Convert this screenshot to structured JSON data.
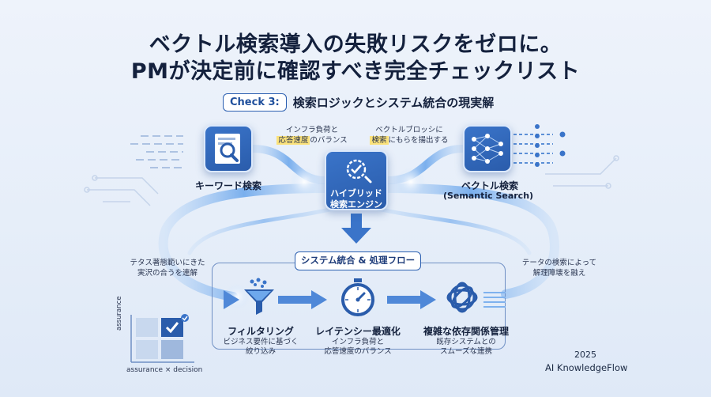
{
  "title": {
    "line1": "ベクトル検索導入の失敗リスクをゼロに。",
    "line2": "PMが決定前に確認すべき完全チェックリスト"
  },
  "check": {
    "badge": "Check 3:",
    "heading": "検索ロジックとシステム統合の現実解"
  },
  "nodes": {
    "keyword": {
      "label": "キーワード検索",
      "icon": "magnifier-document-icon"
    },
    "engine": {
      "label_line1": "ハイブリッド",
      "label_line2": "検索エンジン",
      "icon": "gear-check-icon"
    },
    "vector": {
      "label_line1": "ベクトル検索",
      "label_line2": "(Semantic Search)",
      "icon": "neural-network-icon"
    }
  },
  "notes": {
    "top_left_line1": "インフラ負荷と",
    "top_left_line2_hl": "応答速度",
    "top_left_line2_rest": "のバランス",
    "top_right_line1": "ベクトルブロッシに",
    "top_right_line2_hl": "検索",
    "top_right_line2_rest": "にもらを揚出する",
    "left_line1": "テタス著態範いにきた",
    "left_line2": "実沢の合うを連解",
    "right_line1": "テータの検索によって",
    "right_line2": "解理障壊を融え"
  },
  "flow": {
    "header": "システム統合 & 処理フロー",
    "steps": [
      {
        "title": "フィルタリング",
        "sub1": "ビジネス要件に基づく",
        "sub2": "絞り込み",
        "icon": "funnel-icon"
      },
      {
        "title": "レイテンシー最適化",
        "sub1": "インフラ負荷と",
        "sub2": "応答速度のバランス",
        "icon": "stopwatch-icon"
      },
      {
        "title": "複雑な依存関係管理",
        "sub1": "既存システムとの",
        "sub2": "スムーズな連携",
        "icon": "knot-icon"
      }
    ]
  },
  "matrix": {
    "xlabel": "assurance × decision",
    "ylabel": "assurance"
  },
  "footer": {
    "year": "2025",
    "brand": "AI KnowledgeFlow"
  },
  "colors": {
    "primary": "#2a5cab",
    "accent": "#3a74c9",
    "highlight": "#fbe27a",
    "flow_stream": "#7fb2ee"
  }
}
